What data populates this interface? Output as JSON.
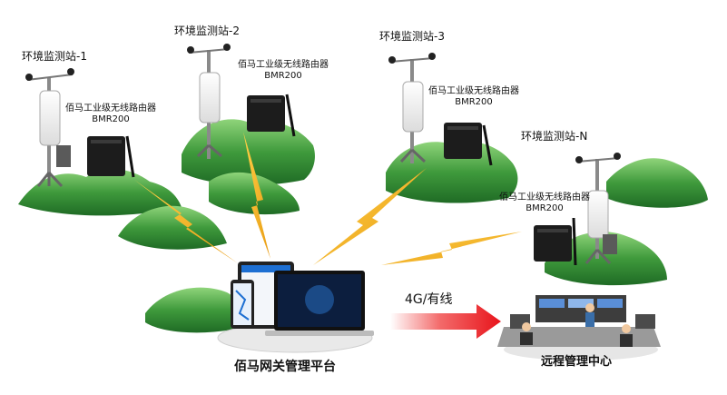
{
  "stations": [
    {
      "name": "环境监测站-1",
      "router_line1": "佰马工业级无线路由器",
      "router_line2": "BMR200"
    },
    {
      "name": "环境监测站-2",
      "router_line1": "佰马工业级无线路由器",
      "router_line2": "BMR200"
    },
    {
      "name": "环境监测站-3",
      "router_line1": "佰马工业级无线路由器",
      "router_line2": "BMR200"
    },
    {
      "name": "环境监测站-N",
      "router_line1": "佰马工业级无线路由器",
      "router_line2": "BMR200"
    }
  ],
  "platform": {
    "label": "佰马网关管理平台"
  },
  "link": {
    "label": "4G/有线"
  },
  "center": {
    "label": "远程管理中心"
  },
  "colors": {
    "hill": "#3f9a3c",
    "hill_light": "#7cc76a",
    "bolt": "#f2b31c",
    "arrow": "#e8141b",
    "router": "#1c1c1c"
  }
}
